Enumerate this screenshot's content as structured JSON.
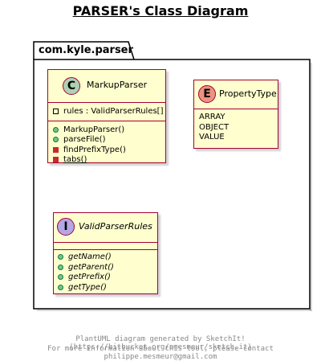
{
  "title": "PARSER's Class Diagram",
  "package": {
    "name": "com.kyle.parser"
  },
  "classes": [
    {
      "name": "MarkupParser",
      "stereotype_letter": "C",
      "stereotype_color": "#ADD1B2",
      "fields": [
        {
          "visibility": "private",
          "text": "rules : ValidParserRules[]"
        }
      ],
      "methods": [
        {
          "visibility": "public",
          "text": "MarkupParser()"
        },
        {
          "visibility": "public",
          "text": "parseFile()"
        },
        {
          "visibility": "private",
          "text": "findPrefixType()"
        },
        {
          "visibility": "private",
          "text": "tabs()",
          "static": true
        }
      ]
    },
    {
      "name": "PropertyType",
      "stereotype_letter": "E",
      "stereotype_color": "#EB937F",
      "values": [
        "ARRAY",
        "OBJECT",
        "VALUE"
      ]
    },
    {
      "name": "ValidParserRules",
      "stereotype_letter": "I",
      "stereotype_color": "#B4A7E5",
      "methods": [
        {
          "visibility": "public",
          "text": "getName()",
          "abstract": true
        },
        {
          "visibility": "public",
          "text": "getParent()",
          "abstract": true
        },
        {
          "visibility": "public",
          "text": "getPrefix()",
          "abstract": true
        },
        {
          "visibility": "public",
          "text": "getType()",
          "abstract": true
        }
      ]
    }
  ],
  "colors": {
    "class_fill": "#FEFECE",
    "class_border": "#A80036",
    "public_icon": "#84BE84",
    "private_icon": "#C82930",
    "footer_text": "#888888"
  },
  "footer": {
    "line1": "PlantUML diagram generated by SketchIt! (https://bitbucket.org/pmesmeur/sketch.it)",
    "line2": "For more information about this tool, please contact philippe.mesmeur@gmail.com"
  }
}
